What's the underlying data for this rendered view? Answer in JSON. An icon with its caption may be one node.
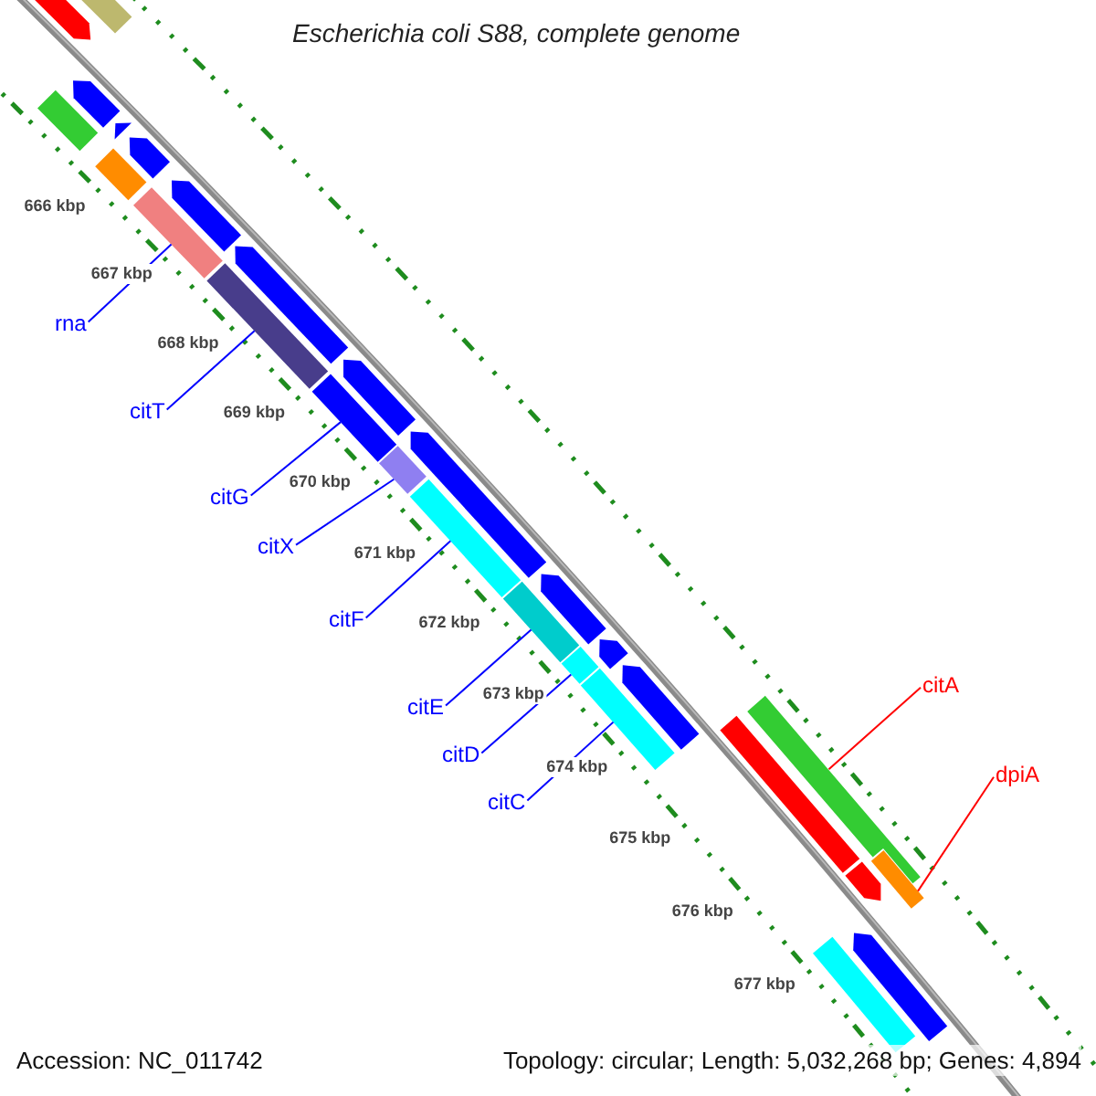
{
  "diagram": {
    "title": "Escherichia coli S88, complete genome",
    "nodes": [
      {
        "text": [
          "rna"
        ]
      },
      {
        "text": [
          "citT"
        ]
      },
      {
        "text": [
          "citG"
        ]
      },
      {
        "text": [
          "citX"
        ]
      },
      {
        "text": [
          "citF"
        ]
      },
      {
        "text": [
          "citE"
        ]
      },
      {
        "text": [
          "citD"
        ]
      },
      {
        "text": [
          "citC"
        ]
      },
      {
        "text": [
          "citA"
        ]
      },
      {
        "text": [
          "dpiA"
        ]
      },
      {
        "text": [],
        "shape": "bar"
      },
      {
        "text": [],
        "shape": "bar"
      },
      {
        "text": [],
        "shape": "bar"
      },
      {
        "text": [],
        "shape": "bar"
      },
      {
        "text": [],
        "shape": "bar"
      },
      {
        "text": [],
        "shape": "bar"
      },
      {
        "text": [],
        "shape": "bar"
      },
      {
        "text": [],
        "shape": "bar"
      },
      {
        "text": [],
        "shape": "bar"
      },
      {
        "text": [],
        "shape": "bar"
      },
      {
        "text": [],
        "shape": "bar"
      },
      {
        "text": [],
        "shape": "bar"
      },
      {
        "text": [],
        "shape": "bar"
      },
      {
        "text": [],
        "shape": "bar"
      },
      {
        "text": [],
        "shape": "bar"
      },
      {
        "text": [],
        "shape": "bar"
      },
      {
        "text": [],
        "shape": "bar"
      },
      {
        "text": [],
        "shape": "bar"
      },
      {
        "text": [],
        "shape": "bar"
      },
      {
        "text": [],
        "shape": "bar"
      },
      {
        "text": [],
        "shape": "bar"
      },
      {
        "text": [],
        "shape": "bar"
      },
      {
        "text": [],
        "shape": "bar"
      },
      {
        "text": [],
        "shape": "bar"
      },
      {
        "text": [],
        "shape": "bar"
      },
      {
        "text": [],
        "shape": "bar"
      },
      {
        "text": [],
        "shape": "bar"
      },
      {
        "text": [],
        "shape": "bar"
      }
    ],
    "edges": [
      {
        "from": 0,
        "to": 10,
        "arrow": "none"
      },
      {
        "from": 1,
        "to": 11,
        "arrow": "none"
      },
      {
        "from": 2,
        "to": 12,
        "arrow": "none"
      },
      {
        "from": 3,
        "to": 13,
        "arrow": "none"
      },
      {
        "from": 4,
        "to": 14,
        "arrow": "none"
      },
      {
        "from": 5,
        "to": 15,
        "arrow": "none"
      },
      {
        "from": 6,
        "to": 16,
        "arrow": "none"
      },
      {
        "from": 7,
        "to": 17,
        "arrow": "none"
      },
      {
        "from": 8,
        "to": 18,
        "arrow": "none",
        "color": "#ff0000"
      },
      {
        "from": 9,
        "to": 19,
        "arrow": "none",
        "color": "#ff0000"
      }
    ],
    "labels": [
      "666 kbp",
      "667 kbp",
      "668 kbp",
      "669 kbp",
      "670 kbp",
      "671 kbp",
      "672 kbp",
      "673 kbp",
      "674 kbp",
      "675 kbp",
      "676 kbp",
      "677 kbp",
      "Accession: NC_011742",
      "Topology: circular; Length: 5,032,268 bp; Genes: 4,894"
    ]
  }
}
